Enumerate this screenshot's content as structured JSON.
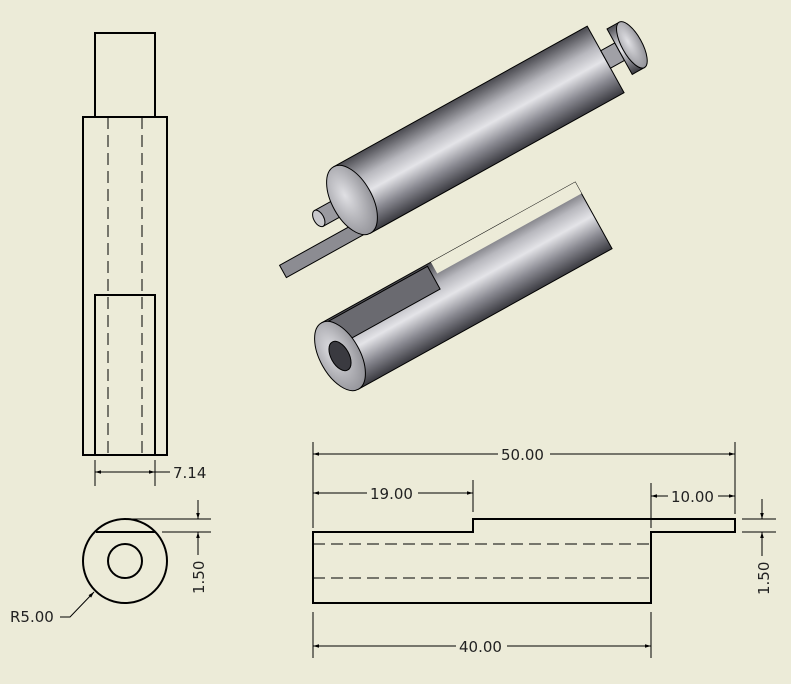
{
  "colors": {
    "background": "#ECEBD8",
    "line": "#000000",
    "metal_light": "#d8d8dc",
    "metal_dark": "#4a4a50"
  },
  "front_view": {
    "width_dim": "7.14"
  },
  "end_view": {
    "radius_dim": "R5.00",
    "flat_dim": "1.50"
  },
  "side_view": {
    "overall_length": "50.00",
    "step_length": "19.00",
    "tab_length": "10.00",
    "body_length": "40.00",
    "tab_thickness": "1.50"
  }
}
